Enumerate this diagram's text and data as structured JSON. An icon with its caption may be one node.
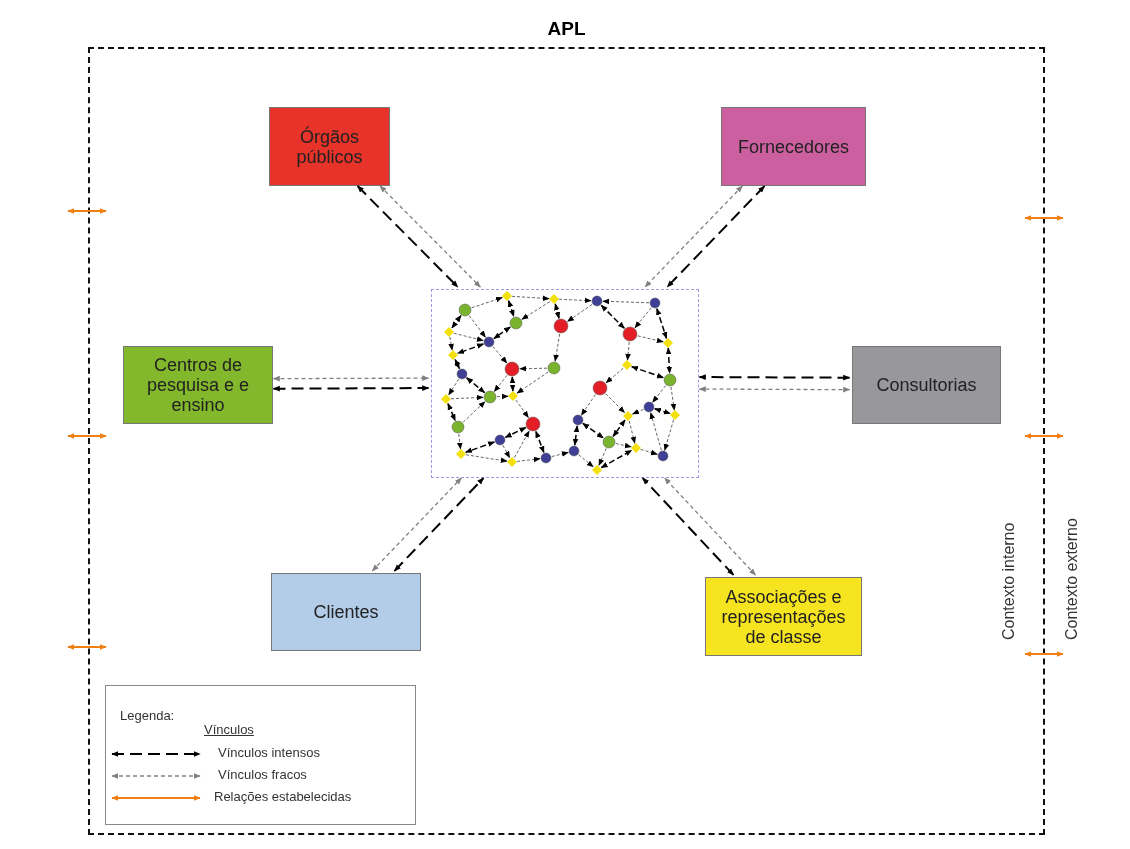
{
  "diagram": {
    "nodes": [
      {
        "text": [
          "APL"
        ]
      },
      {
        "text": [
          "Órgãos públicos"
        ],
        "in": 0
      },
      {
        "text": [
          "Fornecedores"
        ],
        "in": 0
      },
      {
        "text": [
          "Centros de pesquisa e e ensino"
        ],
        "in": 0
      },
      {
        "text": [],
        "shape": "box",
        "in": 0
      },
      {
        "text": [
          "Consultorias"
        ],
        "in": 0
      },
      {
        "text": [
          "Clientes"
        ],
        "in": 0
      },
      {
        "text": [
          "Associações e representações de classe"
        ],
        "in": 0
      }
    ],
    "edges": [
      {
        "from": 1,
        "to": 4,
        "arrow": "both",
        "style": "dashed"
      },
      {
        "from": 1,
        "to": 4,
        "arrow": "both",
        "style": "dashed",
        "color": "#808080"
      },
      {
        "from": 2,
        "to": 4,
        "arrow": "both",
        "style": "dashed"
      },
      {
        "from": 2,
        "to": 4,
        "arrow": "both",
        "style": "dashed",
        "color": "#808080"
      },
      {
        "from": 3,
        "to": 4,
        "arrow": "both",
        "style": "dashed",
        "color": "#808080"
      },
      {
        "from": 3,
        "to": 4,
        "arrow": "both",
        "style": "dashed"
      },
      {
        "from": 5,
        "to": 4,
        "arrow": "both",
        "style": "dashed",
        "color": "#808080"
      },
      {
        "from": 5,
        "to": 4,
        "arrow": "both",
        "style": "dashed"
      },
      {
        "from": 6,
        "to": 4,
        "arrow": "both",
        "style": "dashed",
        "color": "#808080"
      },
      {
        "from": 6,
        "to": 4,
        "arrow": "both",
        "style": "dashed"
      },
      {
        "from": 7,
        "to": 4,
        "arrow": "both",
        "style": "dashed"
      },
      {
        "from": 7,
        "to": 4,
        "arrow": "both",
        "style": "dashed",
        "color": "#808080"
      }
    ],
    "labels": [
      "Legenda:",
      "Vínculos",
      "Contexto interno",
      "Contexto externo"
    ],
    "legend": [
      {
        "text": "Vínculos intensos"
      },
      {
        "text": "Vínculos fracos"
      },
      {
        "text": "Relações estabelecidas"
      }
    ]
  }
}
